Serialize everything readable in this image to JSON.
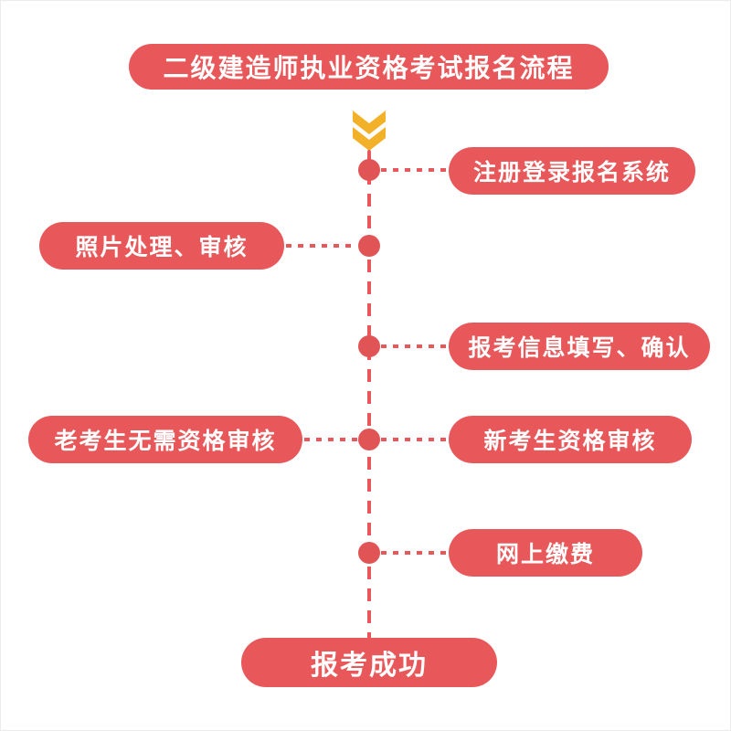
{
  "title": "二级建造师执业资格考试报名流程",
  "colors": {
    "primary": "#e8585a",
    "arrow": "#f3b129",
    "label_text": "#ffffff",
    "background": "#ffffff"
  },
  "steps": [
    {
      "label": "注册登录报名系统",
      "side": "right"
    },
    {
      "label": "照片处理、审核",
      "side": "left"
    },
    {
      "label": "报考信息填写、确认",
      "side": "right"
    },
    {
      "label": "老考生无需资格审核",
      "side": "left"
    },
    {
      "label": "新考生资格审核",
      "side": "right"
    },
    {
      "label": "网上缴费",
      "side": "right"
    },
    {
      "label": "报考成功",
      "side": "center"
    }
  ],
  "icons": {
    "flow_arrow": "chevron-down-double"
  }
}
